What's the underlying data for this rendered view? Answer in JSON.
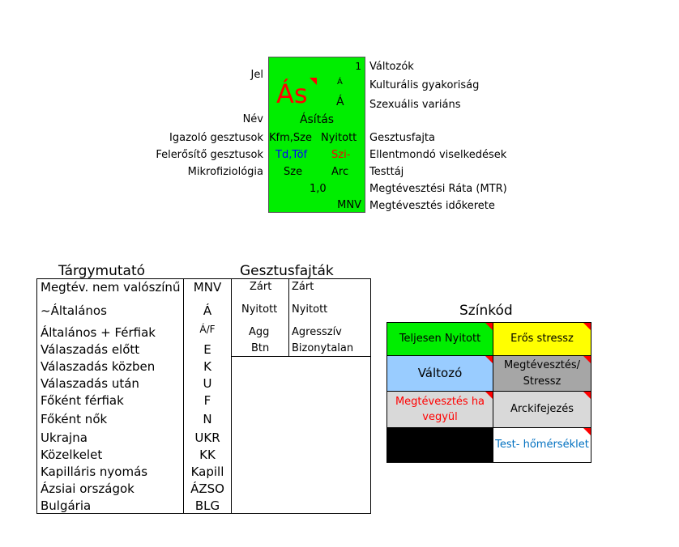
{
  "card": {
    "accent": "#00ee00",
    "left_labels": {
      "jel": "Jel",
      "nev": "Név",
      "igazolo": "Igazoló gesztusok",
      "felerosito": "Felerősítő gesztusok",
      "mikro": "Mikrofiziológia"
    },
    "right_labels": {
      "valtozok": "Változók",
      "kulturalis": "Kulturális gyakoriság",
      "szexualis": "Szexuális variáns",
      "gesztusfajta": "Gesztusfajta",
      "ellentmondo": "Ellentmondó viselkedések",
      "testtaj": "Testtáj",
      "mtr": "Megtévesztési Ráta (MTR)",
      "idokeret": "Megtévesztés időkerete"
    },
    "cells": {
      "number": "1",
      "symbol": "Ás",
      "small_a": "Á",
      "big_a": "Á",
      "name": "Ásítás",
      "kfm": "Kfm,Sze",
      "nyitott": "Nyitott",
      "td": "Td,Töf",
      "szi": "Szi-",
      "sze": "Sze",
      "arc": "Arc",
      "rate": "1,0",
      "mnv": "MNV"
    }
  },
  "index": {
    "title": "Tárgymutató",
    "rows": [
      {
        "label": "Megtév. nem valószínű",
        "code": "MNV"
      },
      {
        "label": "~Általános",
        "code": "Á"
      },
      {
        "label": "Általános + Férfiak",
        "code": "Á/F"
      },
      {
        "label": "Válaszadás előtt",
        "code": "E"
      },
      {
        "label": "Válaszadás közben",
        "code": "K"
      },
      {
        "label": "Válaszadás után",
        "code": "U"
      },
      {
        "label": "Főként férfiak",
        "code": "F"
      },
      {
        "label": "Főként nők",
        "code": "N"
      },
      {
        "label": "Ukrajna",
        "code": "UKR"
      },
      {
        "label": "Közelkelet",
        "code": "KK"
      },
      {
        "label": "Kapilláris nyomás",
        "code": "Kapill"
      },
      {
        "label": "Ázsiai országok",
        "code": "ÁZSO"
      },
      {
        "label": "Bulgária",
        "code": "BLG"
      }
    ]
  },
  "gestures": {
    "title": "Gesztusfajták",
    "rows": [
      {
        "short": "Zárt",
        "long": "Zárt"
      },
      {
        "short": "Nyitott",
        "long": "Nyitott"
      },
      {
        "short": "Agg",
        "long": "Agresszív"
      },
      {
        "short": "Btn",
        "long": "Bizonytalan"
      }
    ]
  },
  "colorcode": {
    "title": "Színkód",
    "boxes": {
      "b1": {
        "label": "Teljesen Nyitott",
        "bg": "#00ee00"
      },
      "b2": {
        "label": "Erős stressz",
        "bg": "#ffff00"
      },
      "b3": {
        "label": "Változó",
        "bg": "#99ccff"
      },
      "b4": {
        "label": "Megtévesztés/ Stressz",
        "bg": "#a6a6a6"
      },
      "b5": {
        "label": "Megtévesztés ha vegyül",
        "bg": "#d9d9d9",
        "color": "#ff0000"
      },
      "b6": {
        "label": "Arckifejezés",
        "bg": "#d9d9d9"
      },
      "b7": {
        "label": "",
        "bg": "#000000"
      },
      "b8": {
        "label": "Test- hőmérséklet",
        "bg": "#ffffff",
        "color": "#0070c0"
      }
    }
  }
}
